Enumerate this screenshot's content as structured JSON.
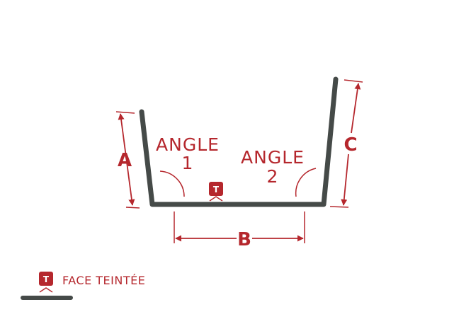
{
  "colors": {
    "accent": "#b5272d",
    "profile": "#454a48",
    "background": "#ffffff",
    "badge_text": "#ffffff"
  },
  "labels": {
    "dim_a": "A",
    "dim_b": "B",
    "dim_c": "C",
    "angle1_word": "ANGLE",
    "angle1_num": "1",
    "angle2_word": "ANGLE",
    "angle2_num": "2"
  },
  "badge": {
    "letter": "T"
  },
  "legend": {
    "badge_letter": "T",
    "text": "FACE TEINTÉE"
  },
  "icons": [
    "dimension-arrow-icon",
    "angle-arc-icon",
    "tinted-face-badge-icon"
  ]
}
